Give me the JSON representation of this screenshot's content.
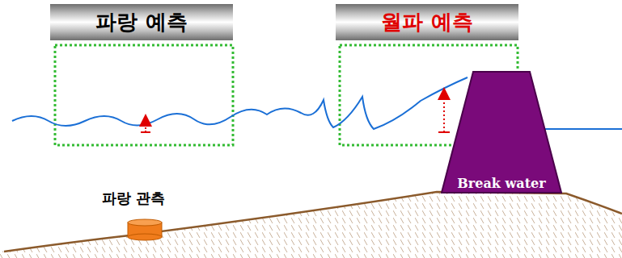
{
  "diagram": {
    "nodes": [
      {
        "text": [
          "파랑 예측"
        ]
      },
      {
        "text": [
          "월파 예측"
        ]
      },
      {
        "text": [
          "Break water"
        ]
      }
    ],
    "labels": [
      "파랑 관측"
    ]
  }
}
